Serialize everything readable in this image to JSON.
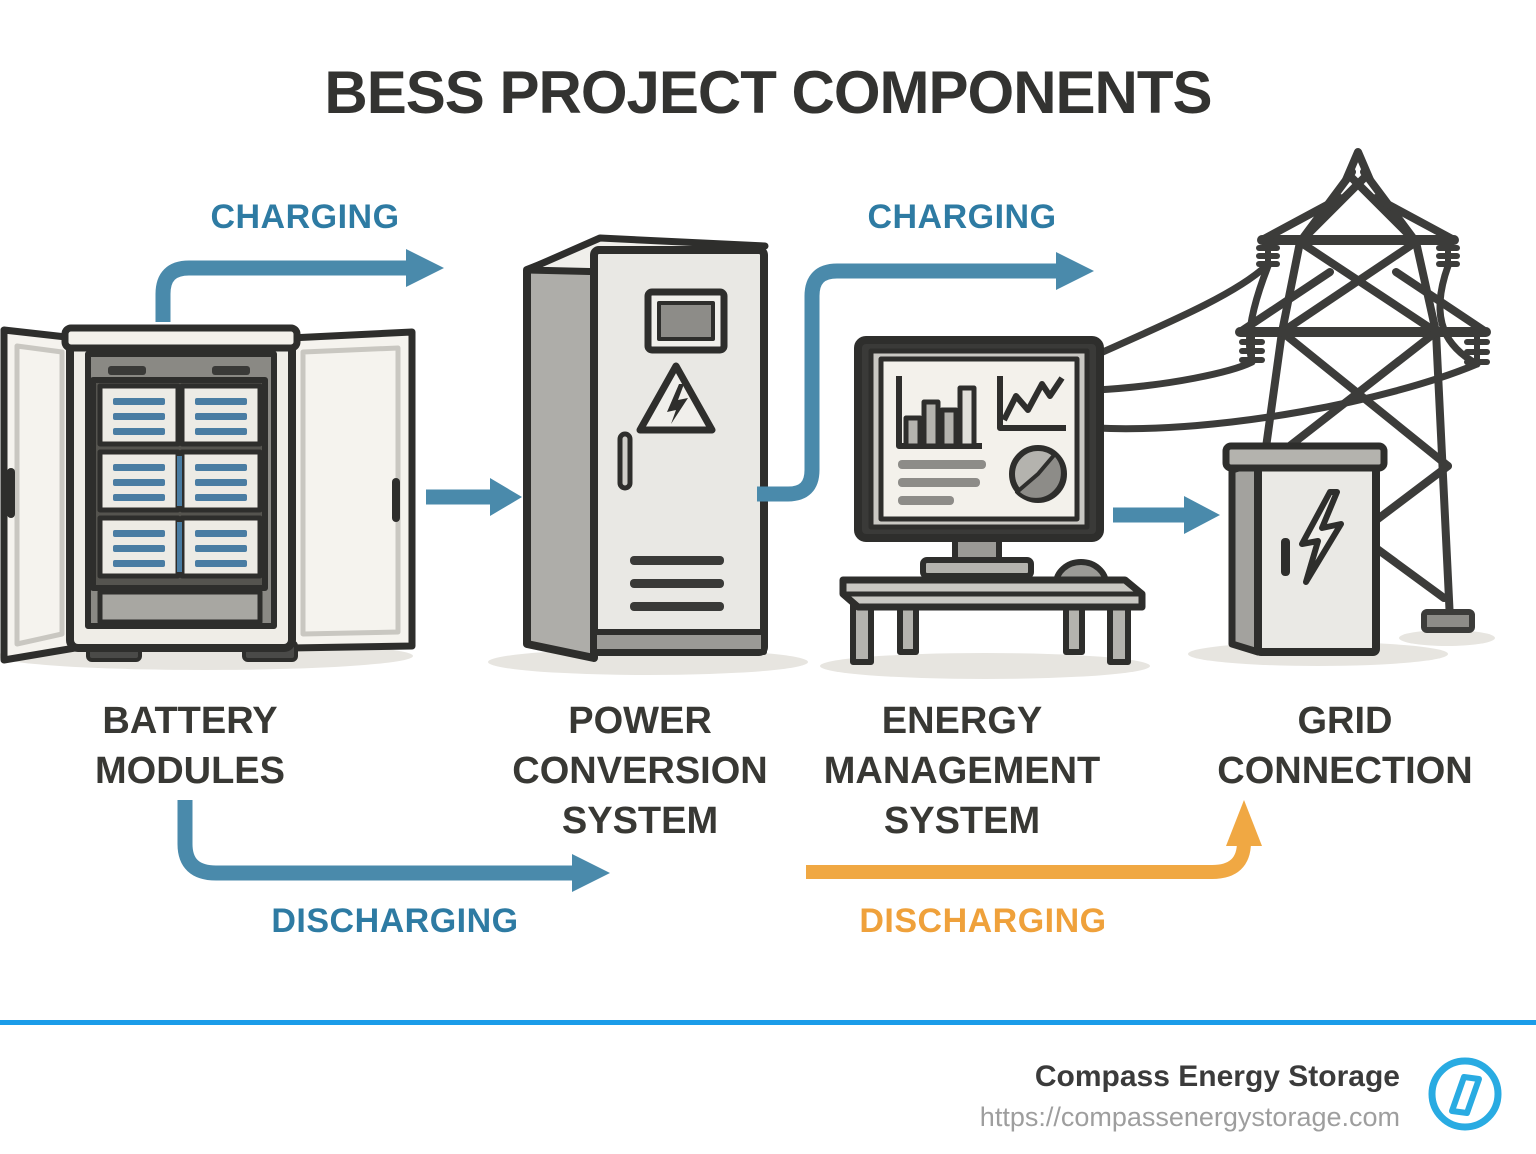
{
  "title": "BESS PROJECT COMPONENTS",
  "flows": {
    "charging_left": {
      "label": "CHARGING"
    },
    "charging_right": {
      "label": "CHARGING"
    },
    "discharging_left": {
      "label": "DISCHARGING"
    },
    "discharging_right": {
      "label": "DISCHARGING"
    }
  },
  "components": {
    "battery_modules": {
      "line1": "BATTERY",
      "line2": "MODULES"
    },
    "power_conversion_system": {
      "line1": "POWER",
      "line2": "CONVERSION",
      "line3": "SYSTEM"
    },
    "energy_management_system": {
      "line1": "ENERGY",
      "line2": "MANAGEMENT",
      "line3": "SYSTEM"
    },
    "grid_connection": {
      "line1": "GRID",
      "line2": "CONNECTION"
    }
  },
  "footer": {
    "brand": "Compass Energy Storage",
    "url": "https://compassenergystorage.com"
  },
  "colors": {
    "flow_blue_arrow": "#4a8aab",
    "flow_blue_text": "#2e7ba3",
    "flow_orange_arrow": "#f0a843",
    "flow_orange_text": "#efa13b",
    "ink_outline": "#2e2e2c",
    "label_ink": "#383834",
    "separator_blue": "#1b9ce9",
    "logo_blue": "#29abe2",
    "url_gray": "#9e9e9e",
    "battery_bar_blue": "#4a7da3"
  }
}
